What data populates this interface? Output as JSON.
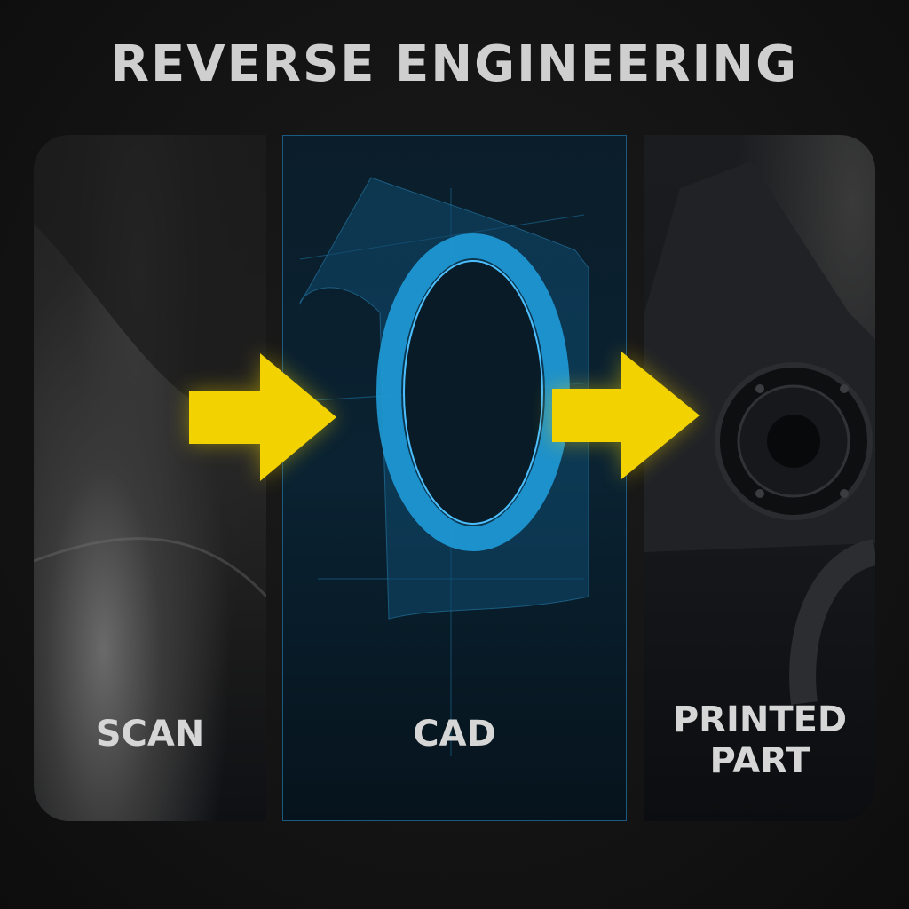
{
  "title": "REVERSE ENGINEERING",
  "steps": [
    {
      "label": "SCAN"
    },
    {
      "label": "CAD"
    },
    {
      "label_line1": "PRINTED",
      "label_line2": "PART"
    }
  ],
  "colors": {
    "arrow": "#f2d200",
    "cad_accent": "#1f9bd8",
    "text": "#d6d6d6"
  }
}
